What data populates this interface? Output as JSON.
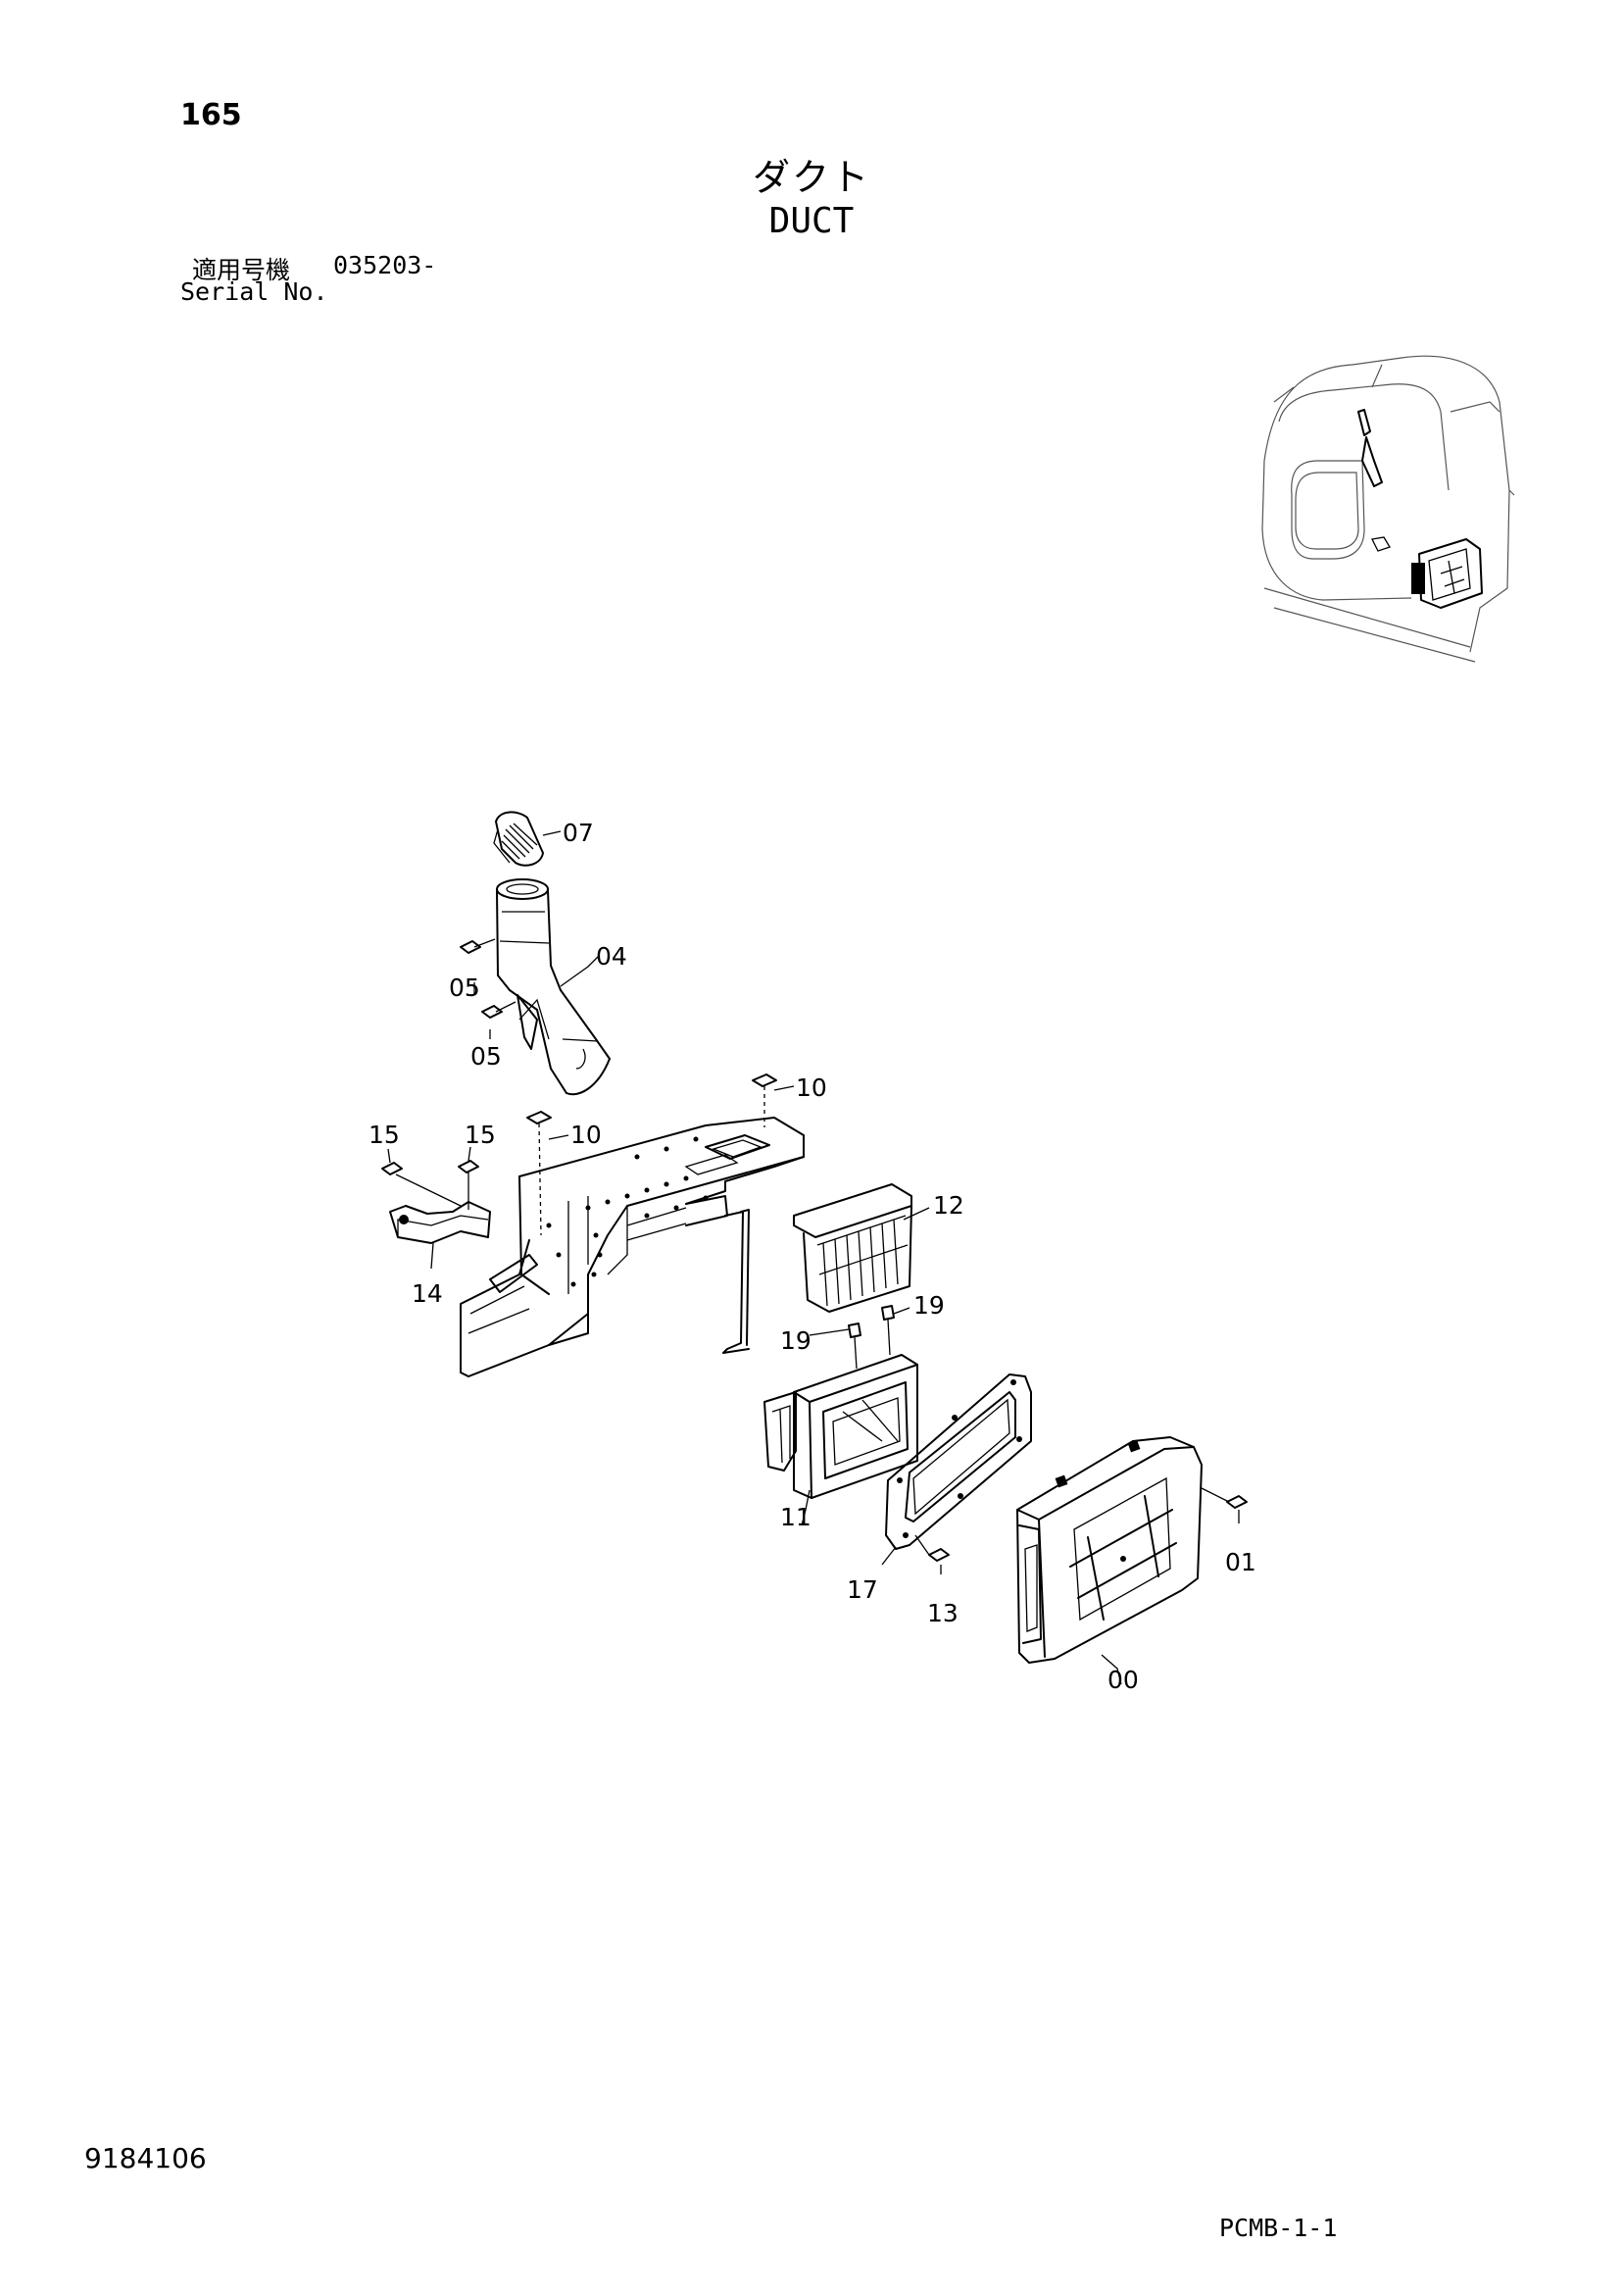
{
  "header": {
    "page_number": "165",
    "title_jp": "ダクト",
    "title_en": "DUCT",
    "serial_label_jp": "適用号機",
    "serial_value": "035203-",
    "serial_label_en": "Serial No."
  },
  "footer": {
    "doc_number": "9184106",
    "page_code": "PCMB-1-1"
  },
  "callouts": {
    "c07": "07",
    "c05a": "05",
    "c04": "04",
    "c05b": "05",
    "c10a": "10",
    "c15a": "15",
    "c15b": "15",
    "c10b": "10",
    "c12": "12",
    "c14": "14",
    "c19a": "19",
    "c19b": "19",
    "c11": "11",
    "c01": "01",
    "c17": "17",
    "c13": "13",
    "c00": "00"
  }
}
